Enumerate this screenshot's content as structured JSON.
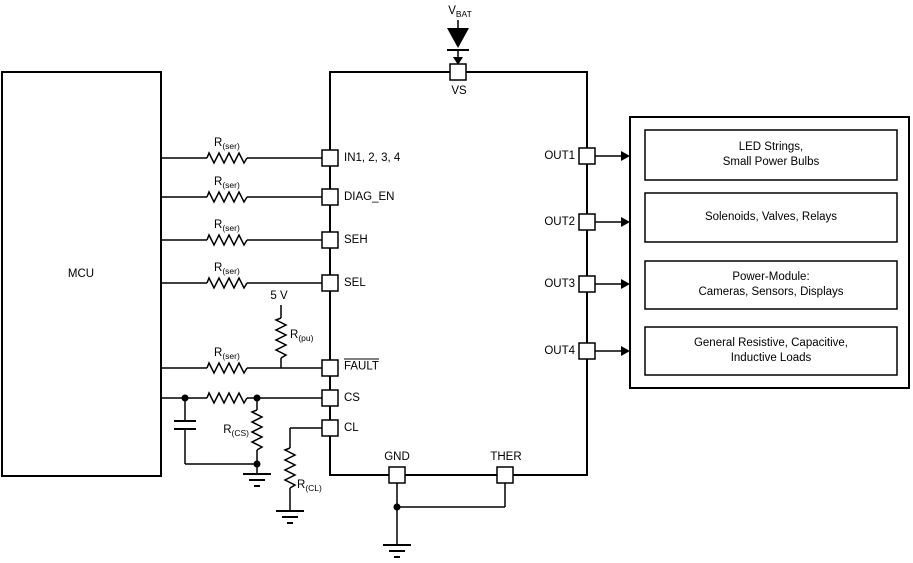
{
  "colors": {
    "line": "#000000",
    "background": "#ffffff"
  },
  "mcu": {
    "label": "MCU"
  },
  "power": {
    "vbat_base": "V",
    "vbat_sub": "BAT",
    "pullup_label": "5 V"
  },
  "pins": {
    "vs": "VS",
    "in": "IN1, 2, 3, 4",
    "diag_en": "DIAG_EN",
    "seh": "SEH",
    "sel": "SEL",
    "fault": "FAULT",
    "cs": "CS",
    "cl": "CL",
    "gnd": "GND",
    "ther": "THER",
    "out1": "OUT1",
    "out2": "OUT2",
    "out3": "OUT3",
    "out4": "OUT4"
  },
  "resistors": {
    "base": "R",
    "ser_sub": "(ser)",
    "pu_sub": "(pu)",
    "cs_sub": "(CS)",
    "cl_sub": "(CL)"
  },
  "loads": {
    "box1": "LED Strings,\nSmall Power Bulbs",
    "box2": "Solenoids, Valves, Relays",
    "box3": "Power-Module:\nCameras, Sensors, Displays",
    "box4": "General Resistive, Capacitive,\nInductive Loads"
  }
}
